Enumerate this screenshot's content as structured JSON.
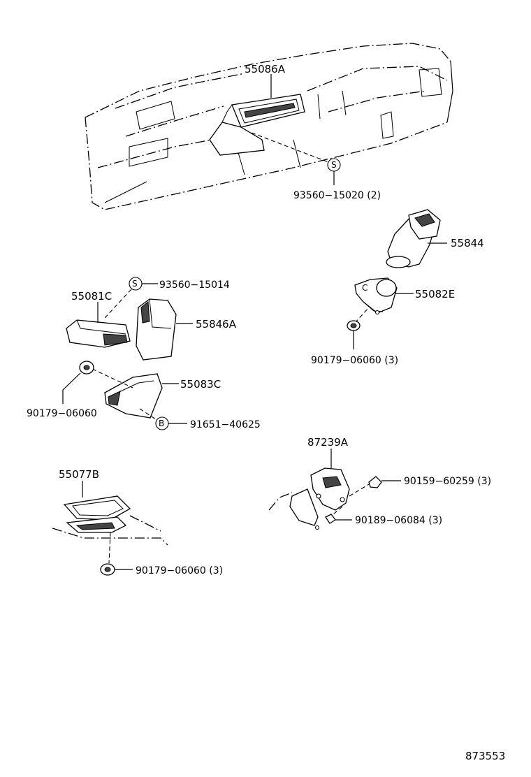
{
  "parts": {
    "p55086A": "55086A",
    "p93560_15020": "93560−15020 (2)",
    "p55844": "55844",
    "p55082E": "55082E",
    "p90179_06060_3a": "90179−06060 (3)",
    "p93560_15014": "93560−15014",
    "p55081C": "55081C",
    "p55846A": "55846A",
    "p55083C": "55083C",
    "p90179_06060": "90179−06060",
    "p91651_40625": "91651−40625",
    "p87239A": "87239A",
    "p90159_60259": "90159−60259 (3)",
    "p90189_06084": "90189−06084 (3)",
    "p55077B": "55077B",
    "p90179_06060_3b": "90179−06060 (3)"
  },
  "symbols": {
    "s": "S",
    "b": "B",
    "c": "C"
  },
  "diagram_id": "873553"
}
